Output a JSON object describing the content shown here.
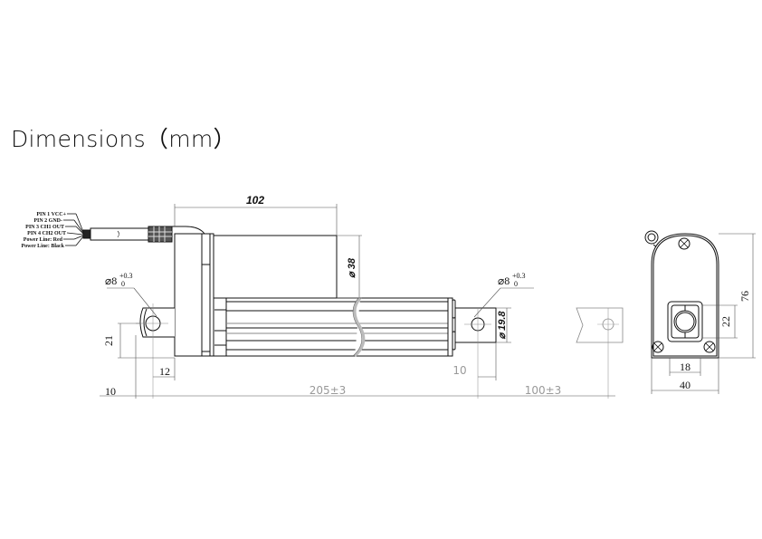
{
  "title": "Dimensions（mm）",
  "wiring": {
    "pins": [
      "PIN 1 VCC+",
      "PIN 2 GND-",
      "PIN 3 CH1 OUT",
      "PIN 4 CH2 OUT",
      "Power Line: Red",
      "Power Line: Black"
    ]
  },
  "side_view": {
    "motor_length": "102",
    "motor_diameter": "⌀ 38",
    "rear_hole": {
      "dia": "⌀8",
      "tol_upper": "+0.3",
      "tol_lower": "0"
    },
    "front_hole": {
      "dia": "⌀8",
      "tol_upper": "+0.3",
      "tol_lower": "0"
    },
    "rod_diameter": "⌀ 19.8",
    "rear_bracket_height": "21",
    "rear_offset": "12",
    "rear_edge": "10",
    "front_edge": "10",
    "retracted_length": "205±3",
    "stroke": "100±3"
  },
  "end_view": {
    "height": "76",
    "width": "40",
    "inner_height": "22",
    "inner_width": "18"
  }
}
